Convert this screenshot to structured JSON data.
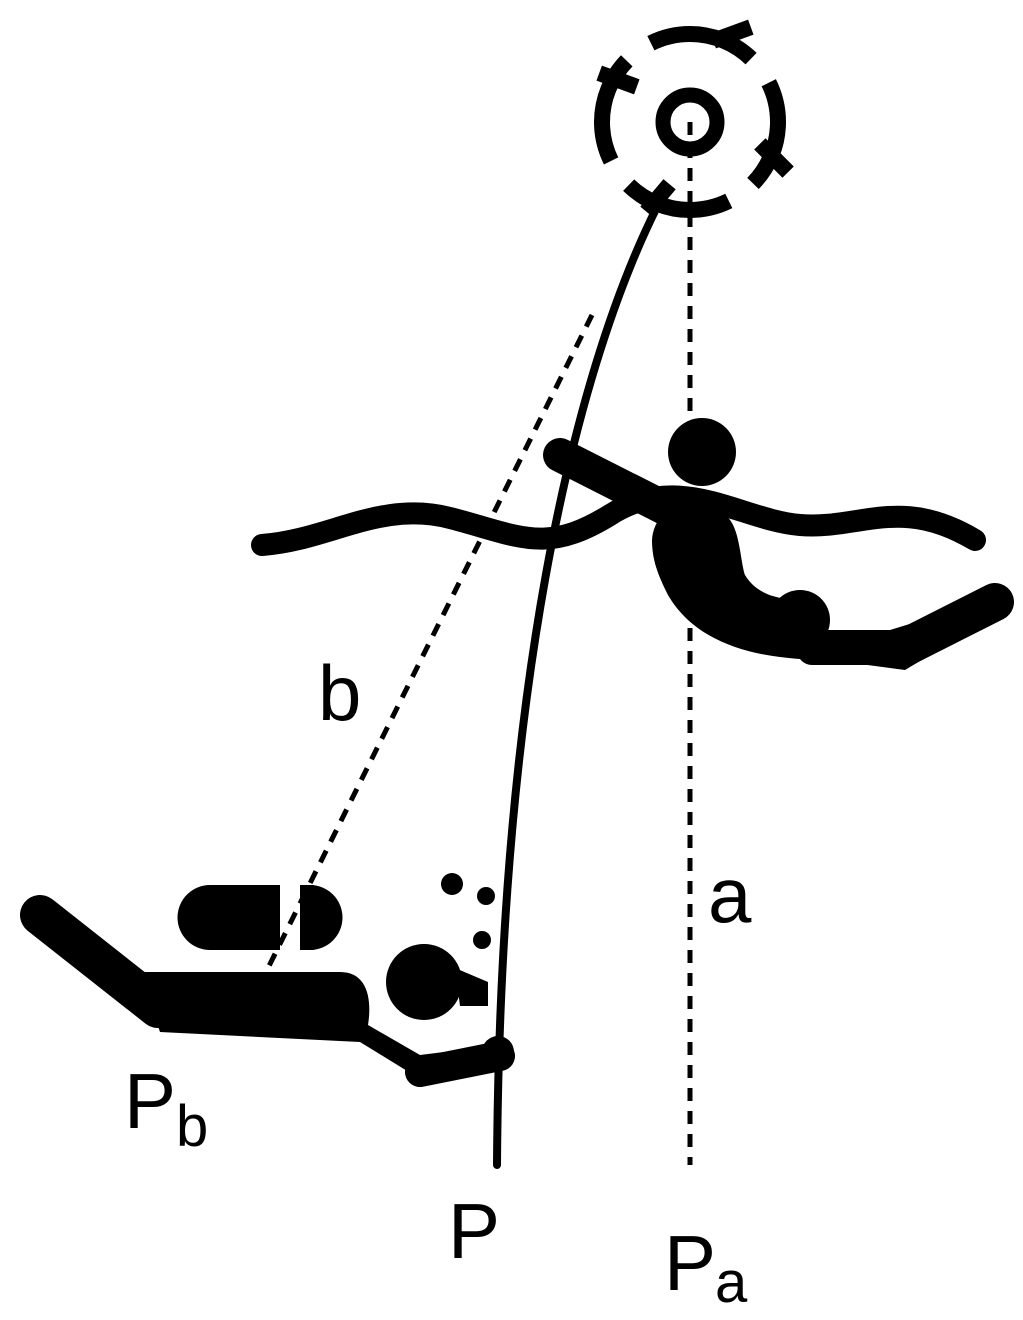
{
  "labels": {
    "b": "b",
    "a": "a",
    "pb_main": "P",
    "pb_sub": "b",
    "p": "P",
    "pa_main": "P",
    "pa_sub": "a"
  },
  "colors": {
    "ink": "#000000",
    "background": "#ffffff"
  },
  "icons": [
    "target-reticle-icon",
    "swimmer-icon",
    "diver-icon",
    "scuba-tank-icon",
    "air-bubbles-icon",
    "water-surface-wave"
  ]
}
